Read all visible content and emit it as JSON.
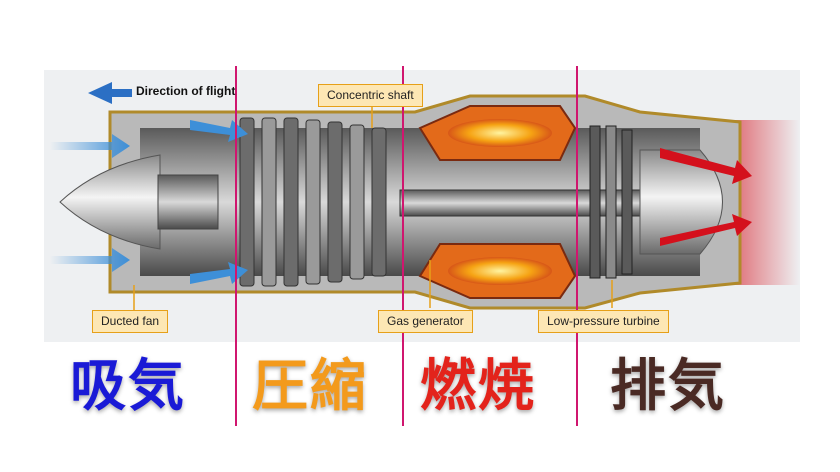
{
  "diagram": {
    "direction_label": "Direction of flight",
    "callouts": {
      "concentric_shaft": "Concentric shaft",
      "ducted_fan": "Ducted fan",
      "gas_generator": "Gas generator",
      "low_pressure_turbine": "Low-pressure turbine"
    },
    "stages": [
      {
        "label": "吸気",
        "color": "#1a1ad6"
      },
      {
        "label": "圧縮",
        "color": "#f39a1c"
      },
      {
        "label": "燃焼",
        "color": "#e3231b"
      },
      {
        "label": "排気",
        "color": "#4a2a24"
      }
    ],
    "colors": {
      "divider": "#d0166f",
      "intake_arrow": "#3d8fd8",
      "exhaust": "#d4101c",
      "flame": "#f6a313",
      "callout_fill": "#fde7b4",
      "callout_border": "#e6a019"
    }
  }
}
